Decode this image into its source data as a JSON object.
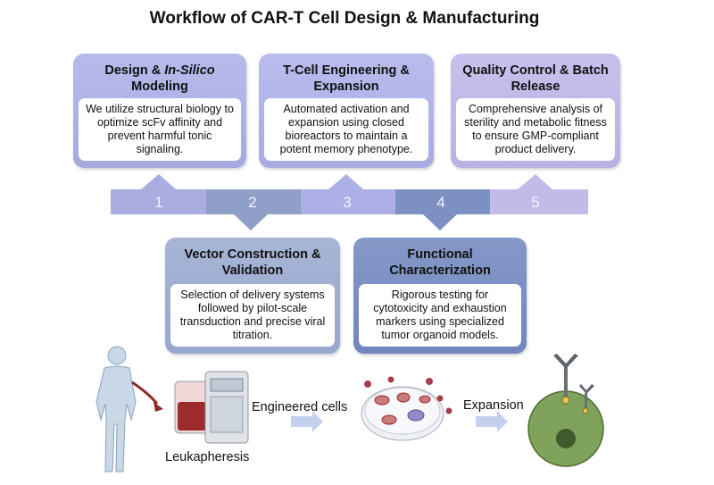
{
  "title": "Workflow of CAR-T Cell Design & Manufacturing",
  "steps": [
    {
      "number": "1",
      "heading_pre": "Design & ",
      "heading_em": "In-Silico",
      "heading_post": "Modeling",
      "text": "We utilize structural biology to optimize scFv affinity and prevent harmful tonic signaling."
    },
    {
      "number": "2",
      "heading": "Vector Construction & Validation",
      "text": "Selection of delivery systems followed by pilot-scale transduction and precise viral titration."
    },
    {
      "number": "3",
      "heading": "T-Cell Engineering & Expansion",
      "text": "Automated activation and expansion using closed bioreactors to maintain a potent memory phenotype."
    },
    {
      "number": "4",
      "heading": "Functional Characterization",
      "text": "Rigorous testing for cytotoxicity and exhaustion markers using specialized tumor organoid models."
    },
    {
      "number": "5",
      "heading": "Quality Control & Batch Release",
      "text": "Comprehensive analysis of sterility and metabolic fitness to ensure GMP-compliant product delivery."
    }
  ],
  "labels": {
    "leukapheresis": "Leukapheresis",
    "engineered_cells": "Engineered cells",
    "expansion": "Expansion"
  },
  "colors": {
    "step1": "#a5a9e0",
    "step2": "#98a7cd",
    "step3": "#a8abe2",
    "step4": "#7186bd",
    "step5": "#b9b1e4",
    "blood": "#9c2b2b",
    "cell": "#7fa35a"
  }
}
